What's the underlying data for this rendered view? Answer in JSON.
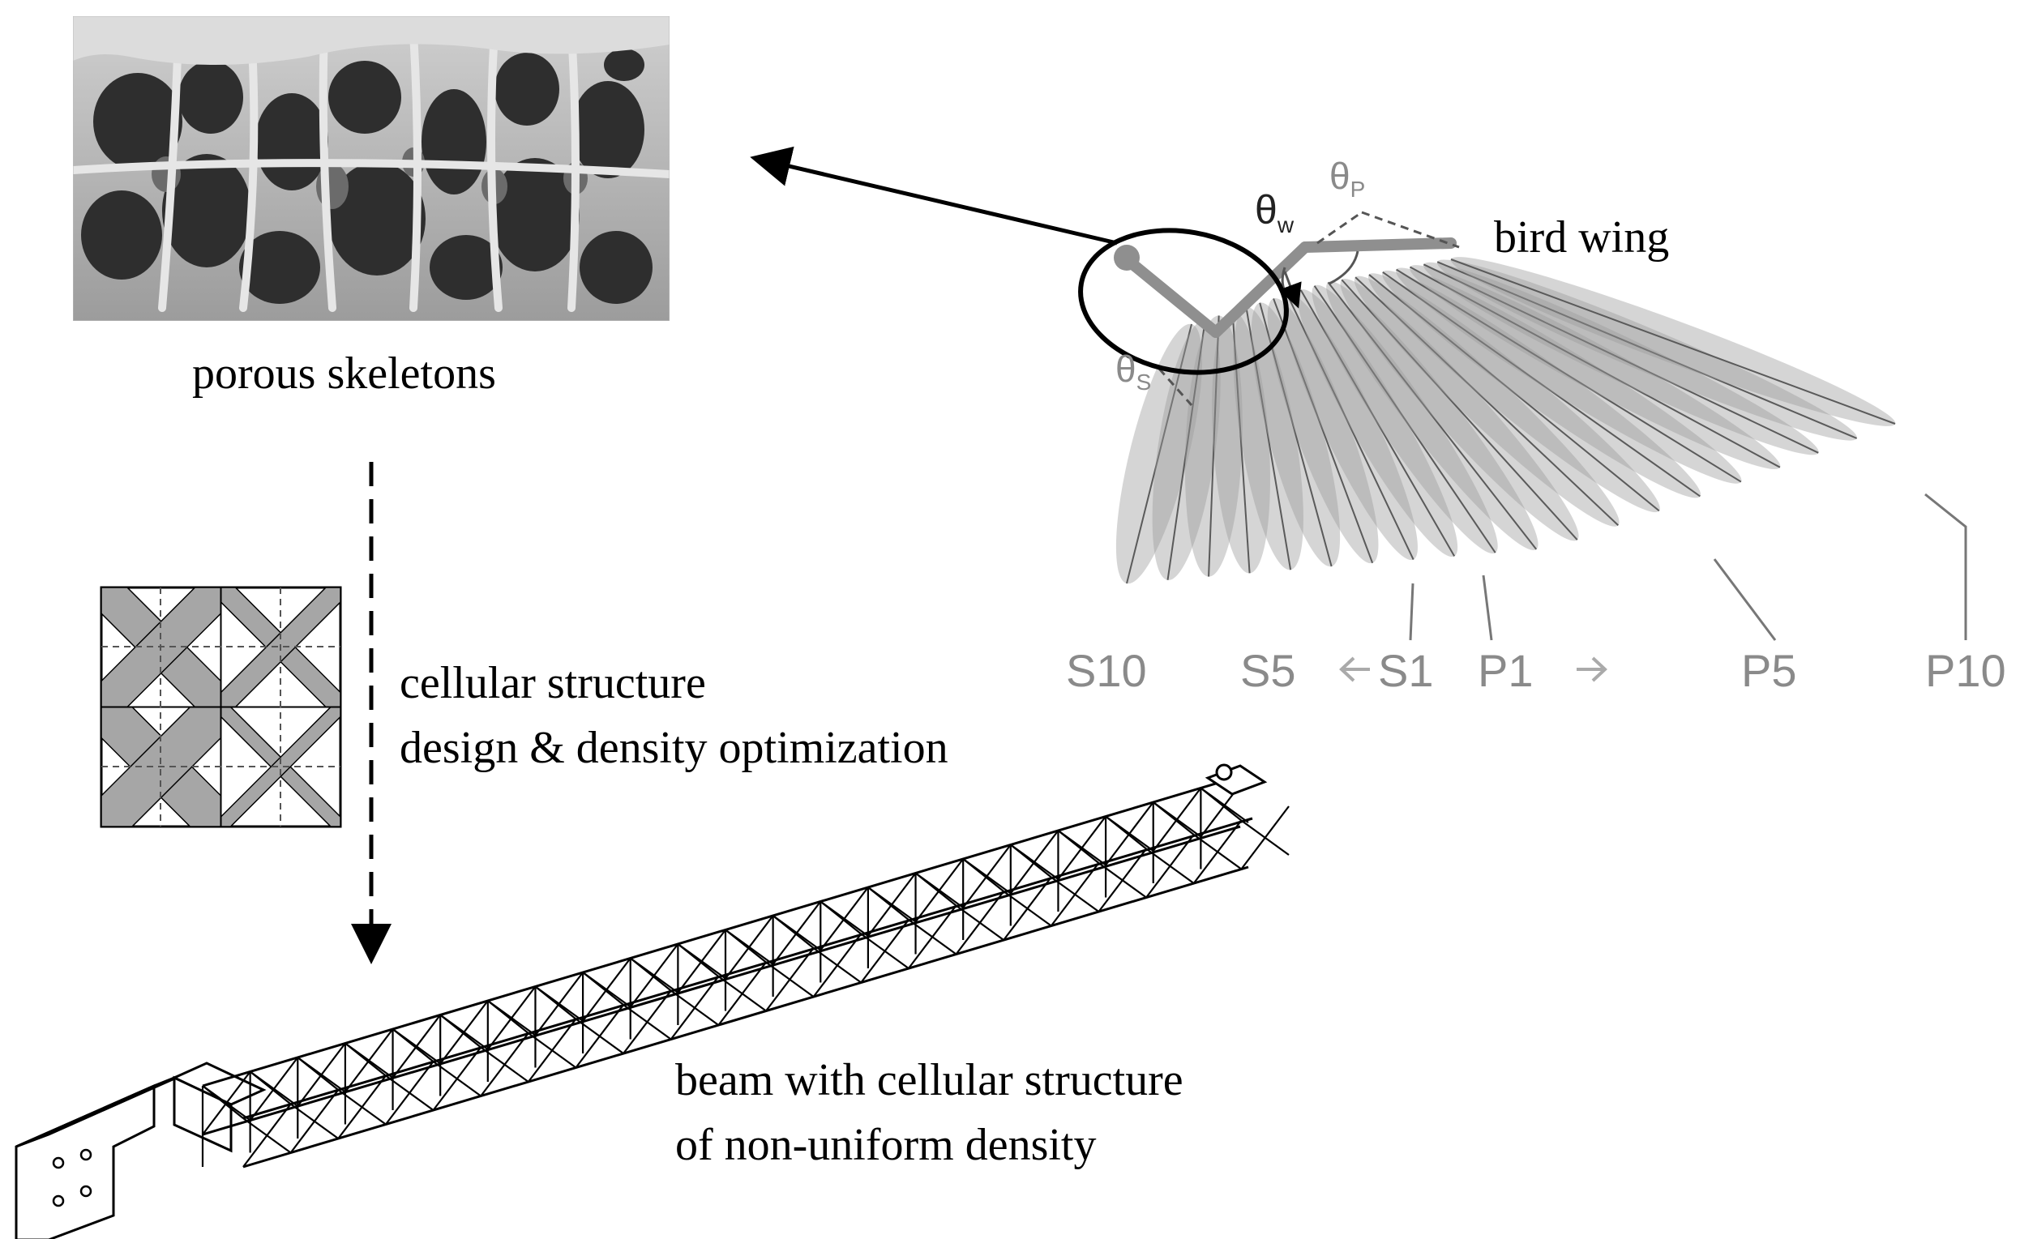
{
  "labels": {
    "porous": "porous skeletons",
    "bird_wing": "bird wing",
    "cellular_line1": "cellular structure",
    "cellular_line2": "design & density optimization",
    "beam_line1": "beam with cellular structure",
    "beam_line2": "of non-uniform density"
  },
  "wing_labels": {
    "s10": "S10",
    "s5": "S5",
    "s1": "S1",
    "p1": "P1",
    "p5": "P5",
    "p10": "P10"
  },
  "angles": {
    "theta_w": "θ",
    "theta_w_sub": "w",
    "theta_p": "θ",
    "theta_p_sub": "P",
    "theta_s": "θ",
    "theta_s_sub": "S"
  },
  "colors": {
    "cell_fill": "#a6a6a6",
    "feather": "#9a9a9a",
    "arrow": "#000000"
  }
}
